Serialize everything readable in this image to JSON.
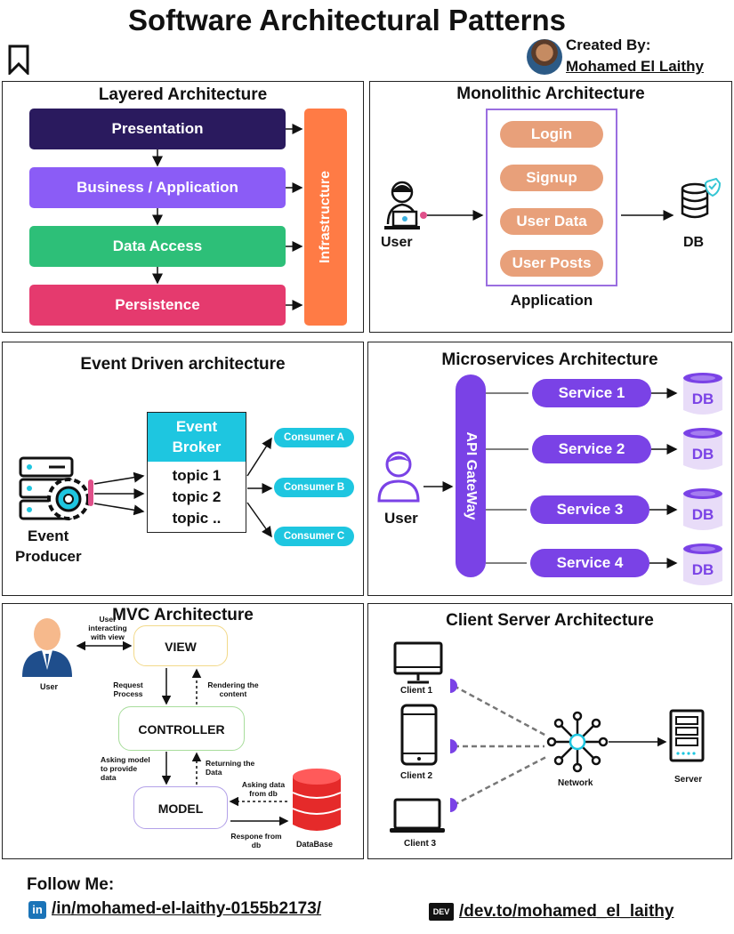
{
  "header": {
    "title": "Software Architectural Patterns",
    "created_by_label": "Created By:",
    "author_name": "Mohamed El Laithy"
  },
  "layered": {
    "title": "Layered Architecture",
    "layers": [
      "Presentation",
      "Business / Application",
      "Data Access",
      "Persistence"
    ],
    "side": "Infrastructure",
    "colors": [
      "#2a1a5e",
      "#8b5cf6",
      "#2dbf78",
      "#e53a6e",
      "#ff7b45"
    ]
  },
  "monolithic": {
    "title": "Monolithic Architecture",
    "modules": [
      "Login",
      "Signup",
      "User Data",
      "User Posts"
    ],
    "app_label": "Application",
    "user_label": "User",
    "db_label": "DB"
  },
  "event": {
    "title": "Event Driven architecture",
    "broker_title_1": "Event",
    "broker_title_2": "Broker",
    "topics": [
      "topic 1",
      "topic 2",
      "topic .."
    ],
    "consumers": [
      "Consumer A",
      "Consumer B",
      "Consumer C"
    ],
    "producer_1": "Event",
    "producer_2": "Producer"
  },
  "microservices": {
    "title": "Microservices Architecture",
    "gateway": "API GateWay",
    "services": [
      "Service 1",
      "Service 2",
      "Service 3",
      "Service 4"
    ],
    "db_label": "DB",
    "user_label": "User"
  },
  "mvc": {
    "title": "MVC Architecture",
    "view": "VIEW",
    "controller": "CONTROLLER",
    "model": "MODEL",
    "user_label": "User",
    "database_label": "DataBase",
    "user_interacting": "User interacting with view",
    "request_process": "Request Process",
    "rendering_content": "Rendering the content",
    "asking_model": "Asking model to provide data",
    "returning_data": "Returning the Data",
    "asking_db": "Asking data from db",
    "response_db": "Respone from db"
  },
  "client_server": {
    "title": "Client Server Architecture",
    "clients": [
      "Client 1",
      "Client 2",
      "Client 3"
    ],
    "network_label": "Network",
    "server_label": "Server"
  },
  "footer": {
    "follow_label": "Follow Me:",
    "linkedin_link": "/in/mohamed-el-laithy-0155b2173/",
    "linkedin_icon": "in",
    "dev_link": "/dev.to/mohamed_el_laithy",
    "dev_icon": "DEV"
  }
}
